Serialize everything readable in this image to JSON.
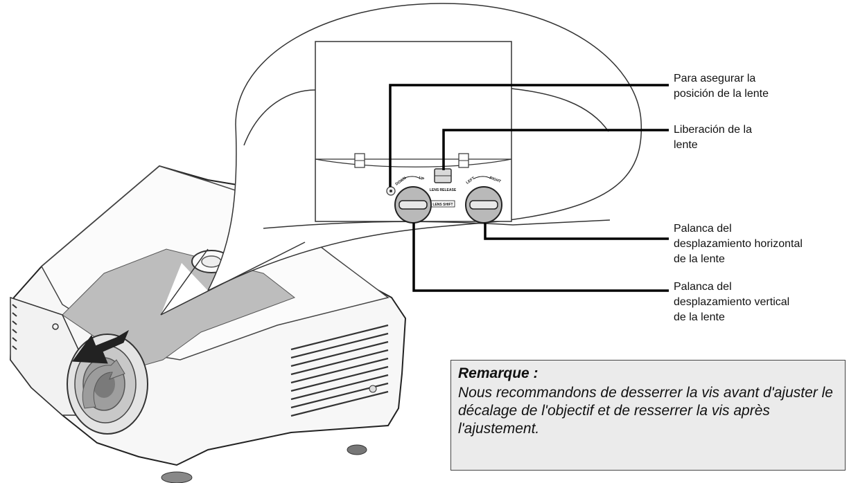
{
  "callouts": {
    "lock": "Para asegurar la\nposición de la lente",
    "release": "Liberación de la\nlente",
    "horizontal": "Palanca del\ndesplazamiento horizontal\nde la lente",
    "vertical": "Palanca del\ndesplazamiento vertical\nde la lente"
  },
  "panel_labels": {
    "down": "DOWN",
    "up": "UP",
    "left": "LEFT",
    "right": "RIGHT",
    "lens_release": "LENS RELEASE",
    "lens_shift": "LENS SHIFT"
  },
  "note": {
    "title": "Remarque :",
    "body": "Nous recommandons de desserrer la vis avant d'ajuster le décalage de l'objectif et de resserrer la vis après l'ajustement."
  },
  "colors": {
    "note_background": "#ebebeb",
    "arrow": "#222222",
    "leader_line": "#000000"
  }
}
